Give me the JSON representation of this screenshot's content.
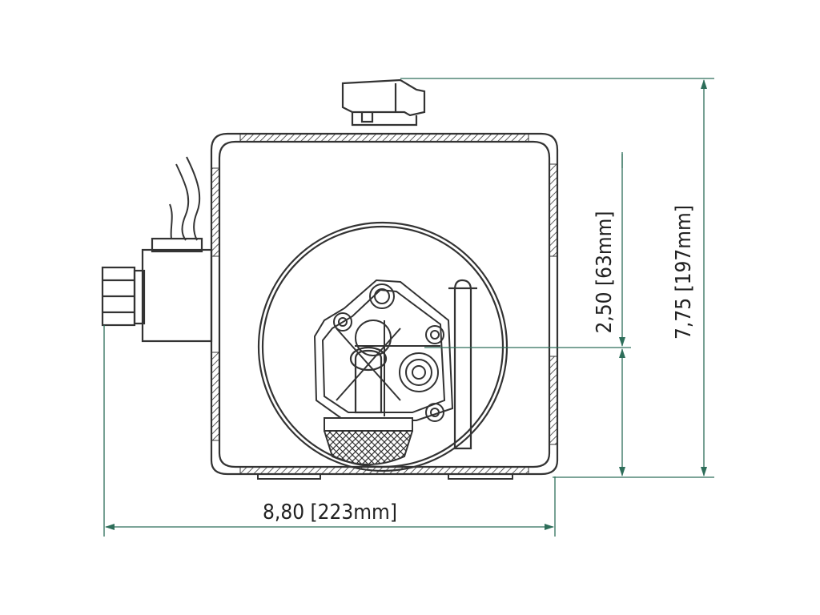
{
  "dimensions": {
    "width": "8,80 [223mm]",
    "height": "7,75 [197mm]",
    "outlet_height": "2,50 [63mm]"
  },
  "colors": {
    "outline": "#333333",
    "dimension": "#2e6e5a",
    "background": "#ffffff"
  }
}
